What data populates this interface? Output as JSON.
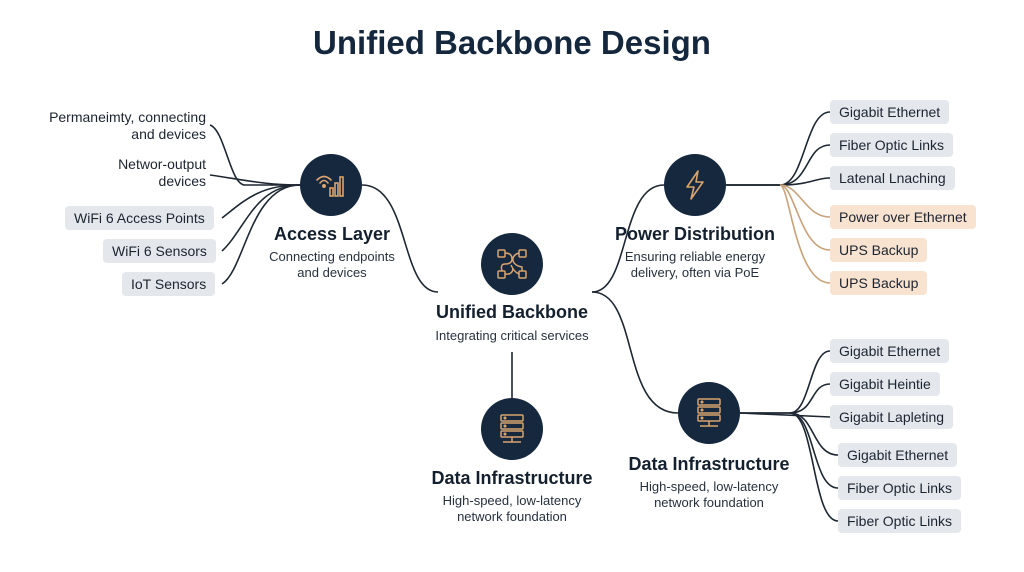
{
  "title": "Unified Backbone Design",
  "colors": {
    "node": "#15283e",
    "link": "#1e2732",
    "power_link": "#c9a27a",
    "pill": "#e4e8ed",
    "power_pill": "#f8e2d0"
  },
  "nodes": {
    "access": {
      "icon": "wifi-signal-icon",
      "title": "Access Layer",
      "desc": [
        "Connecting endpoints",
        "and devices"
      ]
    },
    "backbone": {
      "icon": "network-links-icon",
      "title": "Unified Backbone",
      "desc": [
        "Integrating critical services"
      ]
    },
    "power": {
      "icon": "lightning-bolt-icon",
      "title": "Power Distribution",
      "desc": [
        "Ensuring reliable energy",
        "delivery, often via PoE"
      ]
    },
    "data_center": {
      "icon": "server-rack-icon",
      "title": "Data Infrastructure",
      "desc": [
        "High-speed, low-latency",
        "network foundation"
      ]
    },
    "data_right": {
      "icon": "server-rack-icon",
      "title": "Data Infrastructure",
      "desc": [
        "High-speed, low-latency",
        "network foundation"
      ]
    }
  },
  "access_items": {
    "plain": [
      [
        "Permaneimty, connecting",
        "and devices"
      ],
      [
        "Networ-output",
        "devices"
      ]
    ],
    "pills": [
      "WiFi 6 Access Points",
      "WiFi 6 Sensors",
      "IoT Sensors"
    ]
  },
  "power_items": {
    "gray": [
      "Gigabit Ethernet",
      "Fiber Optic Links",
      "Latenal Lnaching"
    ],
    "power": [
      "Power over Ethernet",
      "UPS Backup",
      "UPS Backup"
    ]
  },
  "data_items": {
    "upper": [
      "Gigabit Ethernet",
      "Gigabit Heintie",
      "Gigabit Lapleting"
    ],
    "lower": [
      "Gigabit Ethernet",
      "Fiber Optic Links",
      "Fiber Optic Links"
    ]
  }
}
